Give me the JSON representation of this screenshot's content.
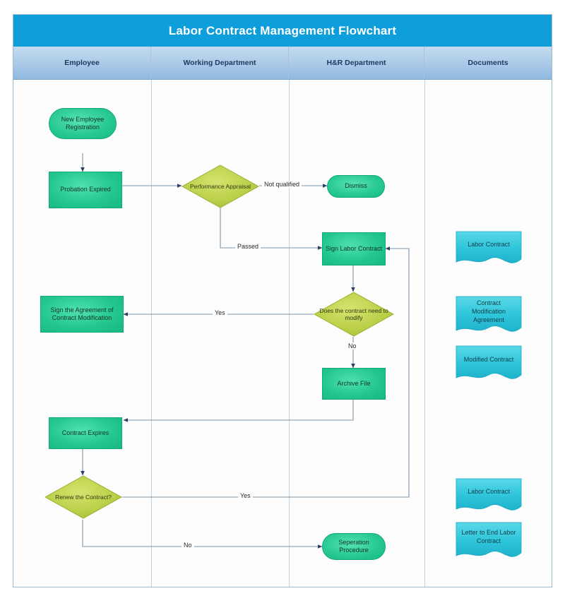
{
  "title": "Labor Contract Management Flowchart",
  "colors": {
    "title_band": "#0d9edb",
    "header_band": "#a9c9e8",
    "process_green": "#23c78e",
    "decision_green": "#bcd04a",
    "document_cyan": "#2ec4da",
    "connector": "#7b93a8",
    "frame_border": "#9dbcd0"
  },
  "columns": [
    {
      "id": "employee",
      "label": "Employee"
    },
    {
      "id": "working",
      "label": "Working Department"
    },
    {
      "id": "hr",
      "label": "H&R Department"
    },
    {
      "id": "documents",
      "label": "Documents"
    }
  ],
  "nodes": [
    {
      "id": "new-employee-registration",
      "shape": "terminator",
      "lane": "employee",
      "label": "New Employee Registration"
    },
    {
      "id": "probation-expired",
      "shape": "process",
      "lane": "employee",
      "label": "Probation Expired"
    },
    {
      "id": "performance-appraisal",
      "shape": "decision",
      "lane": "working",
      "label": "Performance Appraisal"
    },
    {
      "id": "dismiss",
      "shape": "terminator",
      "lane": "hr",
      "label": "Dismiss"
    },
    {
      "id": "sign-labor-contract",
      "shape": "process",
      "lane": "hr",
      "label": "Sign Labor Contract"
    },
    {
      "id": "does-contract-need-modify",
      "shape": "decision",
      "lane": "hr",
      "label": "Does the contract need to modify"
    },
    {
      "id": "sign-agreement-modification",
      "shape": "process",
      "lane": "employee",
      "label": "Sign the Agreement of Contract Modification"
    },
    {
      "id": "archive-file",
      "shape": "process",
      "lane": "hr",
      "label": "Archive File"
    },
    {
      "id": "contract-expires",
      "shape": "process",
      "lane": "employee",
      "label": "Contract Expires"
    },
    {
      "id": "renew-the-contract",
      "shape": "decision",
      "lane": "employee",
      "label": "Renew the Contract?"
    },
    {
      "id": "seperation-procedure",
      "shape": "terminator",
      "lane": "hr",
      "label": "Seperation Procedure"
    }
  ],
  "documents": [
    {
      "id": "doc-labor-contract-1",
      "label": "Labor Contract"
    },
    {
      "id": "doc-contract-modification",
      "label": "Contract Modification Agreement"
    },
    {
      "id": "doc-modified-contract",
      "label": "Modified Contract"
    },
    {
      "id": "doc-labor-contract-2",
      "label": "Labor Contract"
    },
    {
      "id": "doc-letter-to-end",
      "label": "Letter to End Labor Contract"
    }
  ],
  "edge_labels": {
    "not_qualified": "Not qualified",
    "passed": "Passed",
    "modify_yes": "Yes",
    "modify_no": "No",
    "renew_yes": "Yes",
    "renew_no": "No"
  }
}
